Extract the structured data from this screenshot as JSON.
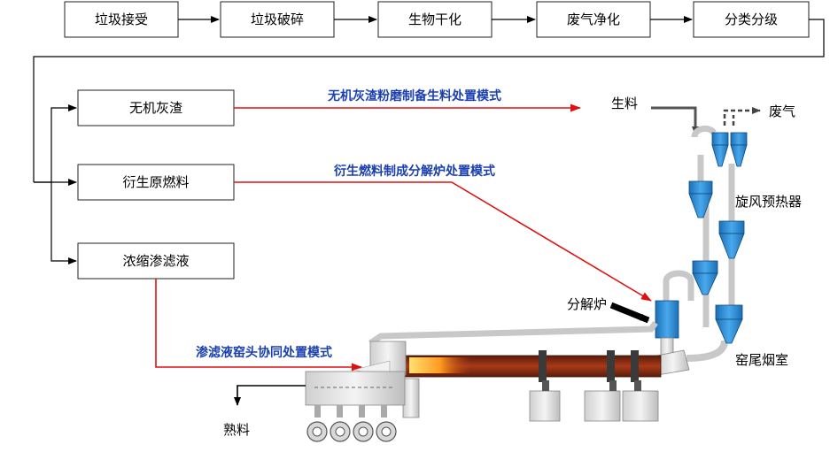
{
  "process_steps": [
    {
      "label": "垃圾接受"
    },
    {
      "label": "垃圾破碎"
    },
    {
      "label": "生物干化"
    },
    {
      "label": "废气净化"
    },
    {
      "label": "分类分级"
    }
  ],
  "products": [
    {
      "label": "无机灰渣"
    },
    {
      "label": "衍生原燃料"
    },
    {
      "label": "浓缩渗滤液"
    }
  ],
  "disposal_modes": [
    {
      "label": "无机灰渣粉磨制备生料处置模式"
    },
    {
      "label": "衍生燃料制成分解炉处置模式"
    },
    {
      "label": "渗滤液窑头协同处置模式"
    }
  ],
  "equipment_labels": {
    "raw_meal": "生料",
    "exhaust_gas": "废气",
    "cyclone_preheater": "旋风预热器",
    "calciner": "分解炉",
    "kiln_inlet_chamber": "窑尾烟室",
    "clinker": "熟料"
  },
  "colors": {
    "flow_arrow": "#e01010",
    "mode_text": "#1a3fb0",
    "cyclone": "#2a8fd6",
    "kiln_shell": "#8a2a12"
  }
}
